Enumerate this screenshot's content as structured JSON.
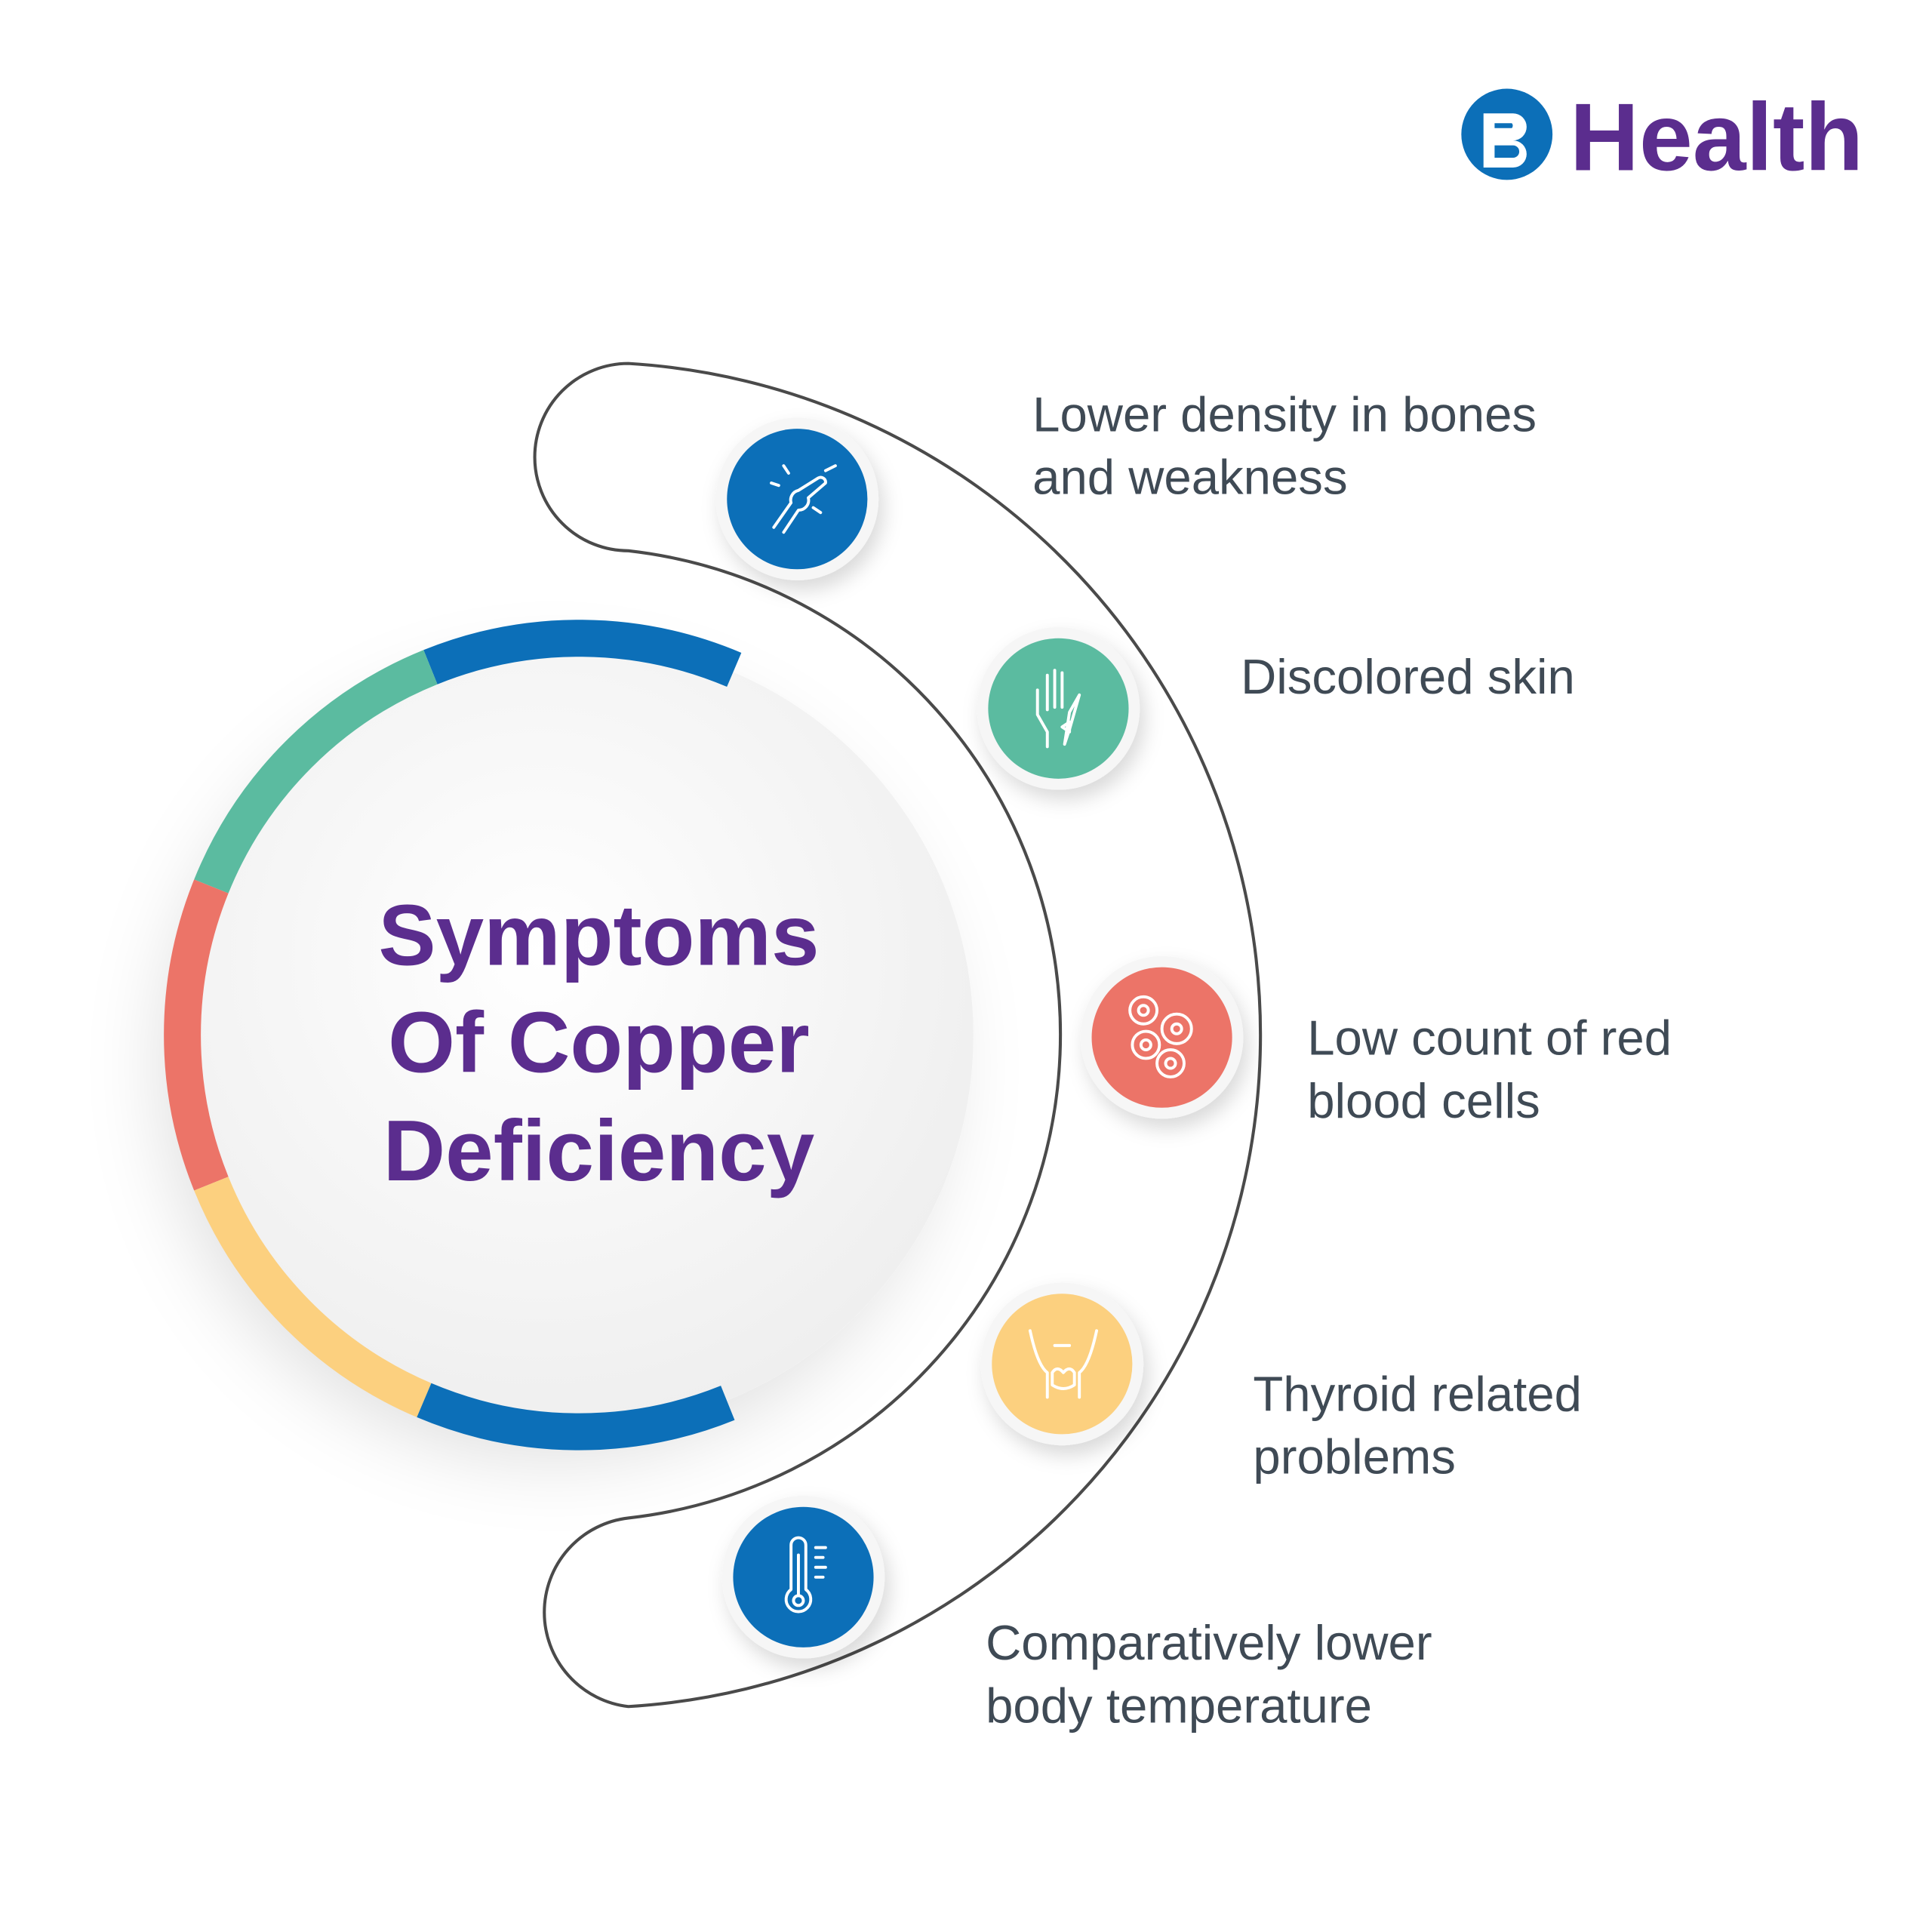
{
  "logo": {
    "brand": "Health",
    "mark": "B"
  },
  "title": {
    "line1": "Symptoms",
    "line2": "Of Copper",
    "line3": "Deficiency"
  },
  "symptoms": [
    {
      "line1": "Lower density in bones",
      "line2": "and weakness",
      "icon": "bone-joint-icon",
      "color": "#0c6fb8"
    },
    {
      "line1": "Discolored skin",
      "line2": "",
      "icon": "hand-skin-icon",
      "color": "#5bbba0"
    },
    {
      "line1": "Low count of red",
      "line2": "blood cells",
      "icon": "blood-cells-icon",
      "color": "#ec7468"
    },
    {
      "line1": "Thyroid related",
      "line2": "problems",
      "icon": "thyroid-icon",
      "color": "#fcd07f"
    },
    {
      "line1": "Comparatively lower",
      "line2": "body temperature",
      "icon": "thermometer-icon",
      "color": "#0c6fb8"
    }
  ],
  "colors": {
    "blue": "#0c6fb8",
    "teal": "#5bbba0",
    "red": "#ec7468",
    "yellow": "#fcd07f",
    "purple": "#5b2d8e",
    "text": "#3f4a55"
  }
}
